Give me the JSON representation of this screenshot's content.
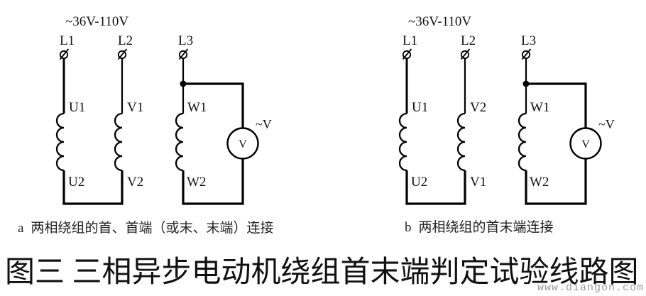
{
  "figure": {
    "title": "图三 三相异步电动机绕组首末端判定试验线路图",
    "watermark": "www.diangon.com"
  },
  "colors": {
    "line": "#000000",
    "text": "#111111",
    "watermark": "#9a9a9a",
    "background": "#ffffff"
  },
  "diagrams": [
    {
      "caption_label": "a",
      "caption_text": "两相绕组的首、首端（或末、末端）连接",
      "supply_label": "~36V-110V",
      "phase_labels": [
        "L1",
        "L2",
        "L3"
      ],
      "winding_top_labels": [
        "U1",
        "V1",
        "W1"
      ],
      "winding_bottom_labels": [
        "U2",
        "V2",
        "W2"
      ],
      "meter_letter": "V",
      "meter_annotation": "~V"
    },
    {
      "caption_label": "b",
      "caption_text": "两相绕组的首末端连接",
      "supply_label": "~36V-110V",
      "phase_labels": [
        "L1",
        "L2",
        "L3"
      ],
      "winding_top_labels": [
        "U1",
        "V2",
        "W1"
      ],
      "winding_bottom_labels": [
        "U2",
        "V1",
        "W2"
      ],
      "meter_letter": "V",
      "meter_annotation": "~V"
    }
  ]
}
